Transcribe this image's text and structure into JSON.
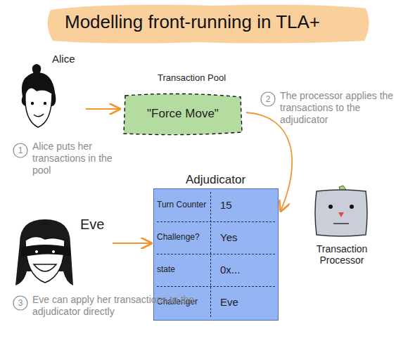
{
  "diagram": {
    "title": "Modelling front-running in TLA+",
    "nodes": [
      {
        "text": [
          "Alice"
        ]
      },
      {
        "text": [
          "Transaction Pool",
          "\"Force Move\""
        ]
      },
      {
        "text": [
          "Adjudicator",
          "Turn Counter",
          "15",
          "Challenge?",
          "Yes",
          "state",
          "0x...",
          "Challenger",
          "Eve"
        ]
      },
      {
        "text": [
          "Transaction Processor"
        ]
      },
      {
        "text": [
          "Eve"
        ]
      }
    ],
    "edges": [
      {
        "from": 0,
        "to": 1,
        "arrow": "to"
      },
      {
        "from": 1,
        "to": 2,
        "arrow": "to"
      },
      {
        "from": 4,
        "to": 2,
        "arrow": "to"
      }
    ],
    "labels": [
      "1",
      "Alice puts her transactions in the pool",
      "2",
      "The processor applies the transactions to the adjudicator",
      "3",
      "Eve can apply her transactions to the adjudicator directly"
    ]
  }
}
